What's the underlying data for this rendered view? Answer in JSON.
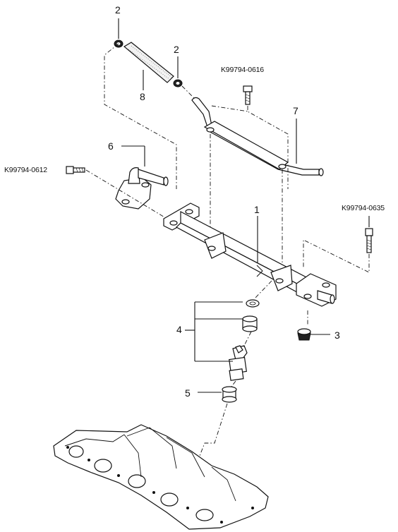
{
  "callouts": {
    "c1": "1",
    "c2a": "2",
    "c2b": "2",
    "c3": "3",
    "c4": "4",
    "c5": "5",
    "c6": "6",
    "c7": "7",
    "c8": "8",
    "bolt_a": "K99794-0616",
    "bolt_b": "K99794-0612",
    "bolt_c": "K99794-0635"
  },
  "colors": {
    "line": "#111111",
    "background": "#ffffff"
  }
}
